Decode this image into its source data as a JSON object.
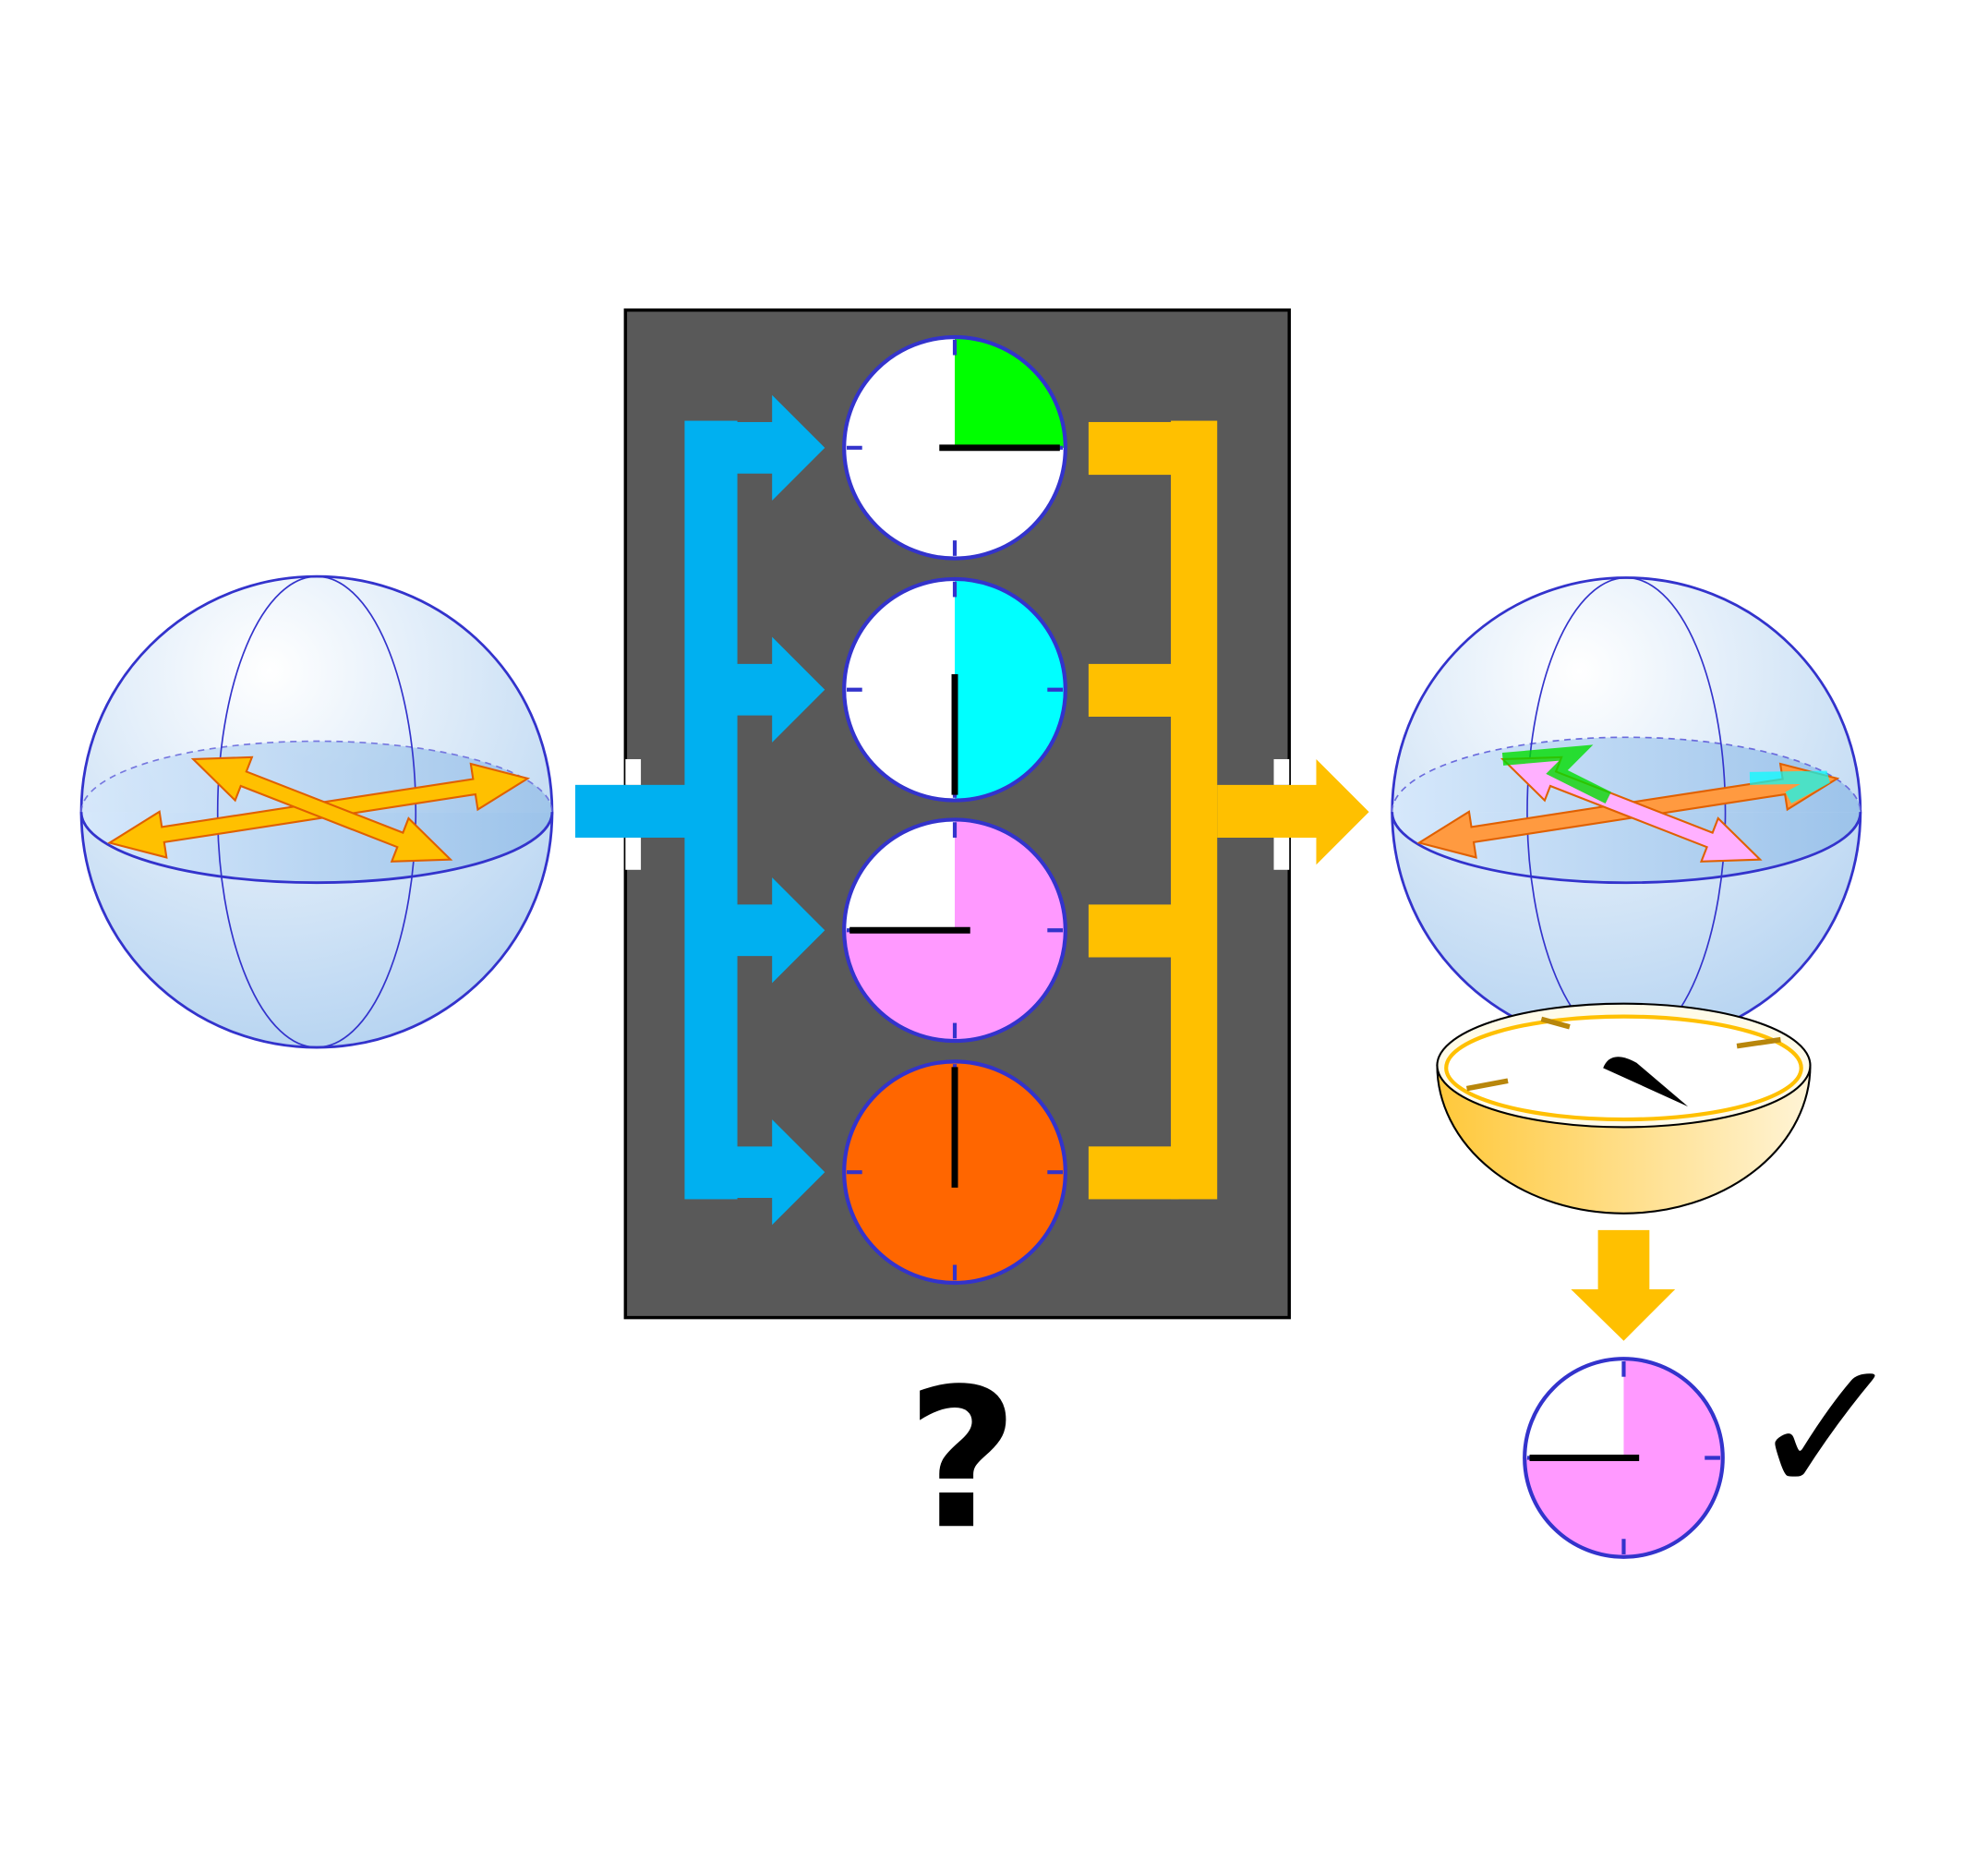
{
  "question_label": "?",
  "check_label": "✓",
  "colors": {
    "blue_arrow": "#00b0f0",
    "yellow_arrow": "#ffc000",
    "box": "#595959",
    "clock_stroke": "#3333cc",
    "green": "#00ff00",
    "cyan": "#00ffff",
    "pink": "#ff99ff",
    "orange": "#ff6600"
  },
  "clocks": [
    {
      "name": "clock-quarter",
      "fill_color": "#00ff00",
      "fraction": 0.25
    },
    {
      "name": "clock-half",
      "fill_color": "#00ffff",
      "fraction": 0.5
    },
    {
      "name": "clock-three-quarter",
      "fill_color": "#ff99ff",
      "fraction": 0.75
    },
    {
      "name": "clock-full",
      "fill_color": "#ff6600",
      "fraction": 1.0
    }
  ],
  "result_clock": {
    "fill_color": "#ff99ff",
    "fraction": 0.75
  }
}
